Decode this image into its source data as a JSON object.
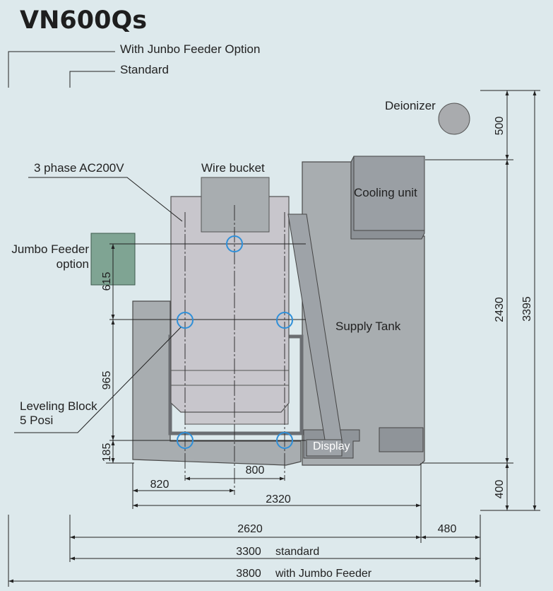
{
  "title": "VN600Qs",
  "legend": {
    "jumbo": "With Junbo Feeder  Option",
    "standard": "Standard"
  },
  "labels": {
    "deionizer": "Deionizer",
    "cooling_unit": "Cooling unit",
    "wire_bucket": "Wire bucket",
    "power": "3 phase AC200V",
    "jumbo_feeder_line1": "Jumbo Feeder",
    "jumbo_feeder_line2": "option",
    "supply_tank": "Supply Tank",
    "leveling_line1": "Leveling Block",
    "leveling_line2": "5 Posi",
    "display": "Display"
  },
  "dimensions": {
    "d500": "500",
    "d2430": "2430",
    "d3395": "3395",
    "d400": "400",
    "d615": "615",
    "d965": "965",
    "d185": "185",
    "d800": "800",
    "d820": "820",
    "d2320": "2320",
    "d2620": "2620",
    "d480": "480",
    "d3300": "3300",
    "d3300_note": "standard",
    "d3800": "3800",
    "d3800_note": "with Jumbo Feeder"
  },
  "colors": {
    "background": "#dde9ec",
    "tank": "#a8adb0",
    "machine_body": "#c8c6cc",
    "jumbo_feeder": "#7fa493",
    "leveling_ring": "#2f8fd8"
  }
}
